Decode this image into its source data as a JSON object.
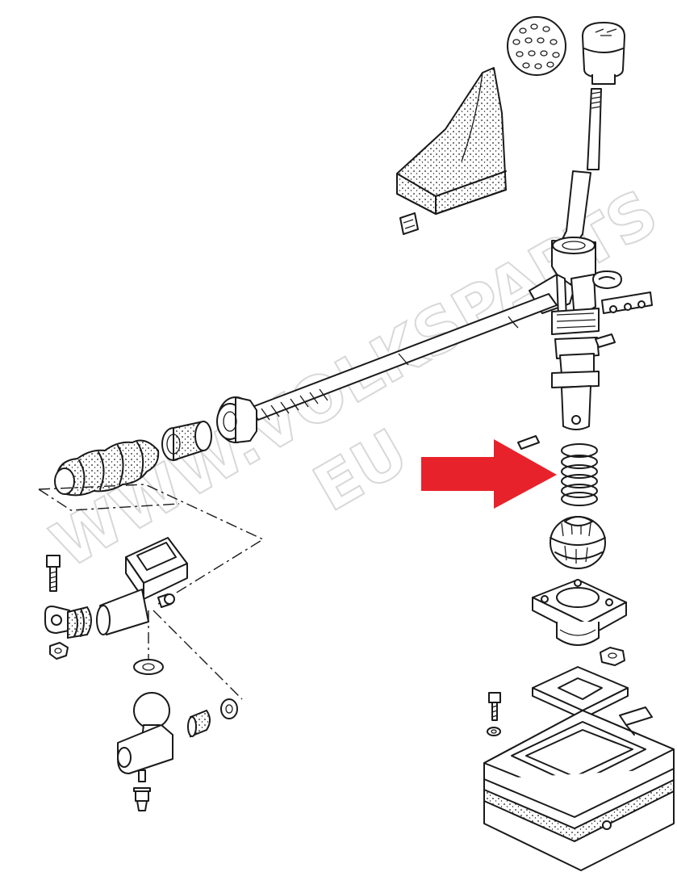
{
  "diagram": {
    "watermark": {
      "line1": "WWW.VOLKSPARTS",
      "line2": "EU",
      "color": "#d8d8d8"
    },
    "highlight_arrow": {
      "color": "#e8222a",
      "target": "gear-lever-spring"
    },
    "parts": [
      "shift-knob-dimpled",
      "shift-knob-upper",
      "shift-lever-rod",
      "shift-boot",
      "boot-clip",
      "selector-housing",
      "circlip",
      "guide-plate",
      "shift-rod",
      "shift-rod-bushing",
      "bellows-boot",
      "coupling",
      "pin",
      "spring",
      "ball-cage",
      "lever-bearing-housing",
      "nut",
      "gasket",
      "bolt",
      "washer",
      "shift-tower-base",
      "selector-bracket",
      "bolt-left",
      "clamp-with-bushing",
      "nut-left",
      "washer-left",
      "ball-joint",
      "bushing-small",
      "washer-small",
      "plug-screw"
    ]
  }
}
